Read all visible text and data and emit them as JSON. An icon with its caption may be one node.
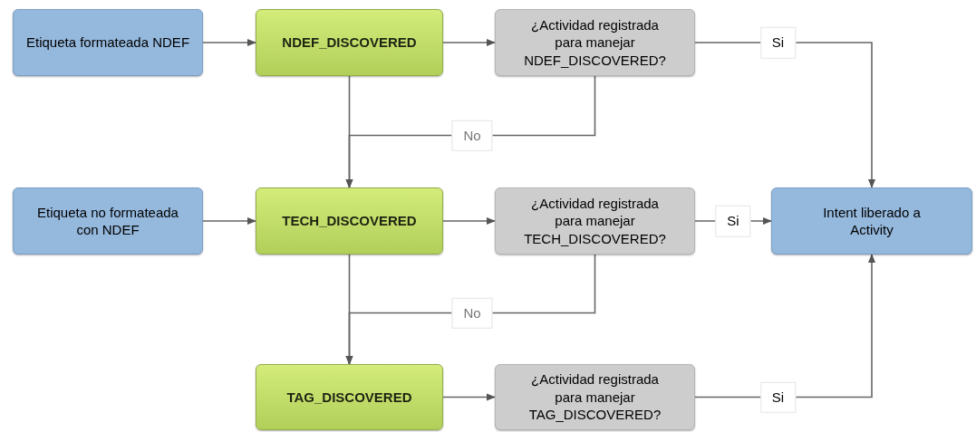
{
  "diagram": {
    "nodes": [
      {
        "text": [
          "Etiqueta formateada NDEF"
        ]
      },
      {
        "text": [
          "NDEF_DISCOVERED"
        ]
      },
      {
        "text": [
          "¿Actividad registrada para manejar NDEF_DISCOVERED?"
        ]
      },
      {
        "text": [
          "Etiqueta no formateada con NDEF"
        ]
      },
      {
        "text": [
          "TECH_DISCOVERED"
        ]
      },
      {
        "text": [
          "¿Actividad registrada para manejar TECH_DISCOVERED?"
        ]
      },
      {
        "text": [
          "Intent liberado a Activity"
        ]
      },
      {
        "text": [
          "TAG_DISCOVERED"
        ]
      },
      {
        "text": [
          "¿Actividad registrada para manejar TAG_DISCOVERED?"
        ]
      }
    ],
    "edges": [
      {
        "from": 0,
        "to": 1,
        "arrow": "to"
      },
      {
        "from": 1,
        "to": 2,
        "arrow": "to"
      },
      {
        "from": 2,
        "to": 6,
        "arrow": "to",
        "label": "Si"
      },
      {
        "from": 1,
        "to": 4,
        "arrow": "to"
      },
      {
        "from": 2,
        "to": 4,
        "arrow": "to",
        "label": "No"
      },
      {
        "from": 3,
        "to": 4,
        "arrow": "to"
      },
      {
        "from": 4,
        "to": 5,
        "arrow": "to"
      },
      {
        "from": 5,
        "to": 6,
        "arrow": "to",
        "label": "Si"
      },
      {
        "from": 4,
        "to": 7,
        "arrow": "to"
      },
      {
        "from": 5,
        "to": 7,
        "arrow": "to",
        "label": "No"
      },
      {
        "from": 7,
        "to": 8,
        "arrow": "to"
      },
      {
        "from": 8,
        "to": 6,
        "arrow": "to",
        "label": "Si"
      }
    ]
  }
}
